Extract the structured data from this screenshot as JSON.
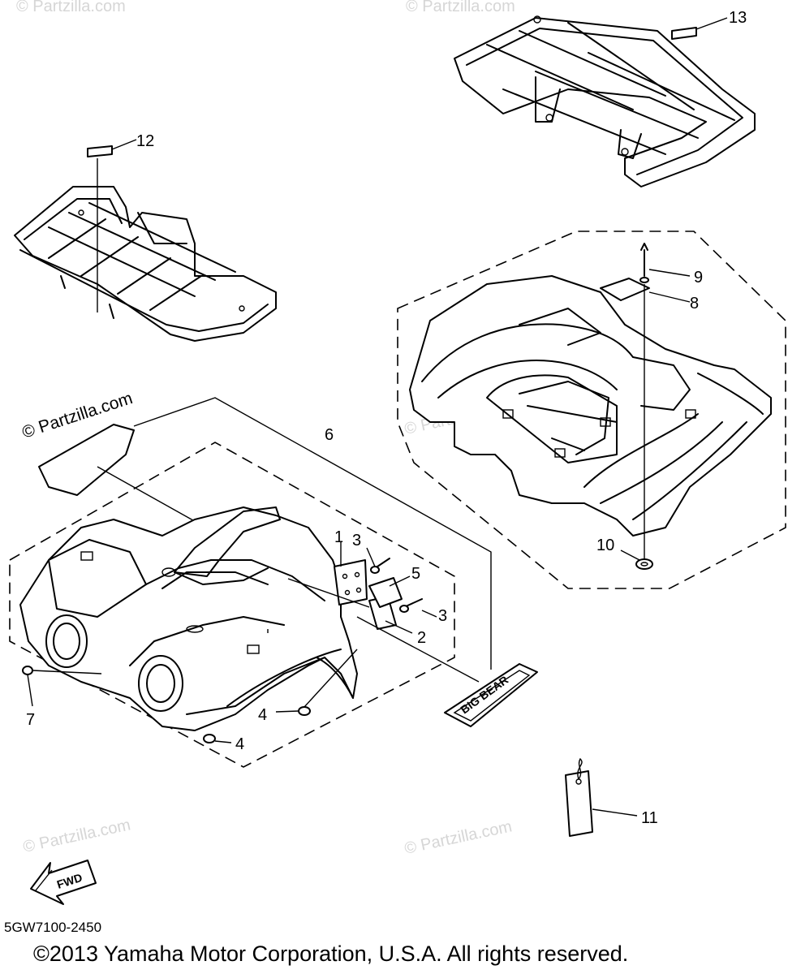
{
  "watermarks": {
    "main": "© Partzilla.com",
    "faint": "© Partzilla.com"
  },
  "callouts": {
    "c1": "1",
    "c2": "2",
    "c3a": "3",
    "c3b": "3",
    "c4a": "4",
    "c4b": "4",
    "c5": "5",
    "c6": "6",
    "c7": "7",
    "c8": "8",
    "c9": "9",
    "c10": "10",
    "c11": "11",
    "c12": "12",
    "c13": "13"
  },
  "fwd_label": "FWD",
  "emblem_text": "BIG BEAR",
  "diagram_code": "5GW7100-2450",
  "copyright": "©2013 Yamaha Motor Corporation, U.S.A. All rights reserved."
}
